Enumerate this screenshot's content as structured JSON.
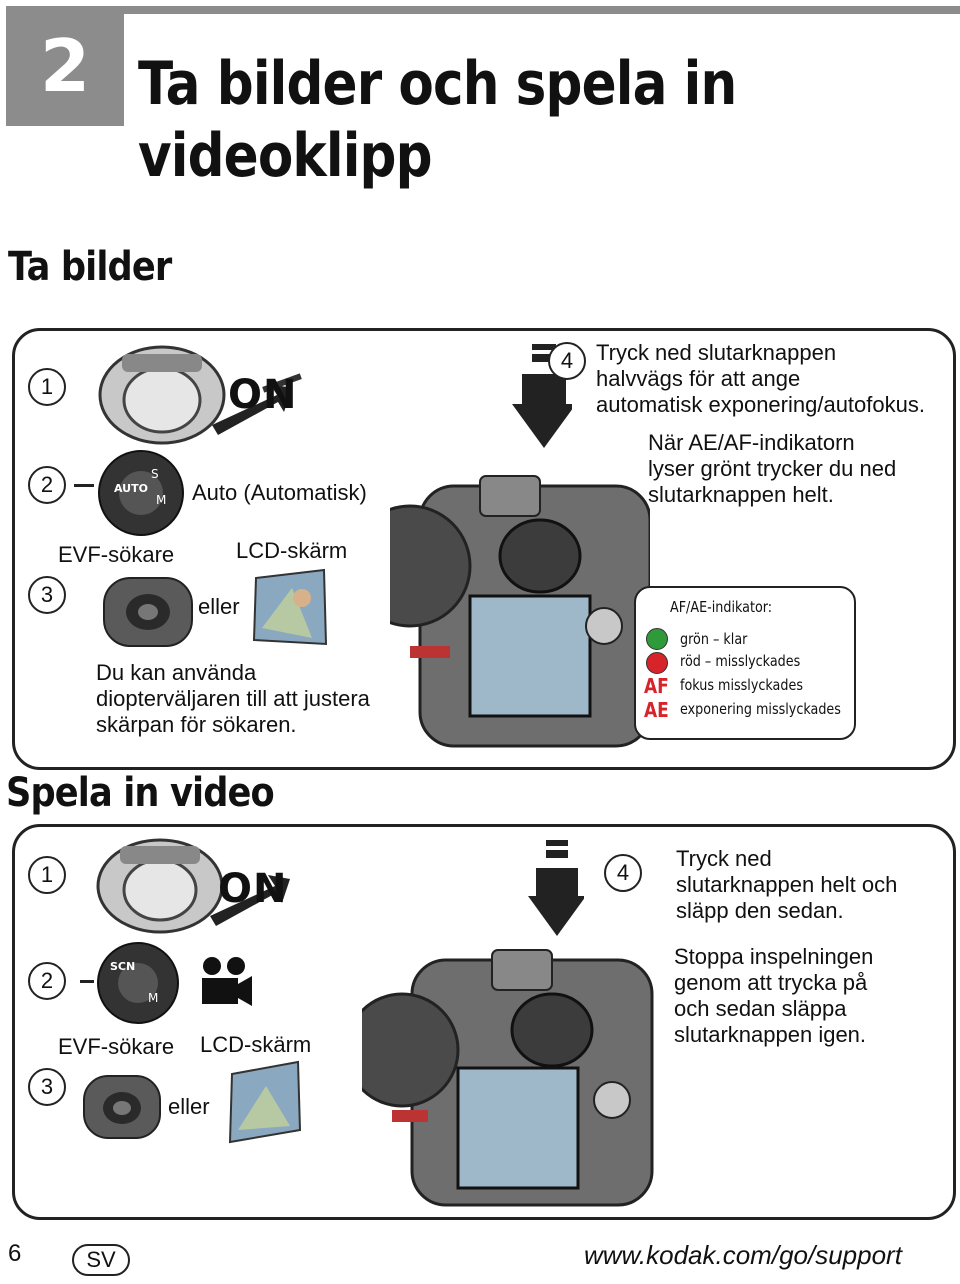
{
  "chapter": {
    "number": "2",
    "title_line1": "Ta bilder och spela in",
    "title_line2": "videoklipp"
  },
  "section1": {
    "heading": "Ta bilder",
    "steps": [
      "1",
      "2",
      "3",
      "4"
    ],
    "on_label": "ON",
    "auto_label": "Auto (Automatisk)",
    "evf_label": "EVF-sökare",
    "lcd_label": "LCD-skärm",
    "or_label": "eller",
    "diopter_text": [
      "Du kan använda",
      "diopterväljaren till att justera",
      "skärpan för sökaren."
    ],
    "step4_text": [
      "Tryck ned slutarknappen",
      "halvvägs för att ange",
      "automatisk exponering/autofokus."
    ],
    "afae_text": [
      "När AE/AF-indikatorn",
      "lyser grönt trycker du ned",
      "slutarknappen helt."
    ],
    "indicator": {
      "title": "AF/AE-indikator:",
      "green": "grön – klar",
      "red": "röd – misslyckades",
      "af_mark": "AF",
      "af": "fokus misslyckades",
      "ae_mark": "AE",
      "ae": "exponering misslyckades",
      "green_color": "#2e9a3a",
      "red_color": "#d6242a"
    }
  },
  "section2": {
    "heading": "Spela in video",
    "steps": [
      "1",
      "2",
      "3",
      "4"
    ],
    "on_label": "ON",
    "evf_label": "EVF-sökare",
    "lcd_label": "LCD-skärm",
    "or_label": "eller",
    "step4_text": [
      "Tryck ned",
      "slutarknappen helt och",
      "släpp den sedan."
    ],
    "stop_text": [
      "Stoppa inspelningen",
      "genom att trycka på",
      "och sedan släppa",
      "slutarknappen igen."
    ]
  },
  "footer": {
    "page": "6",
    "lang": "SV",
    "url": "www.kodak.com/go/support"
  }
}
